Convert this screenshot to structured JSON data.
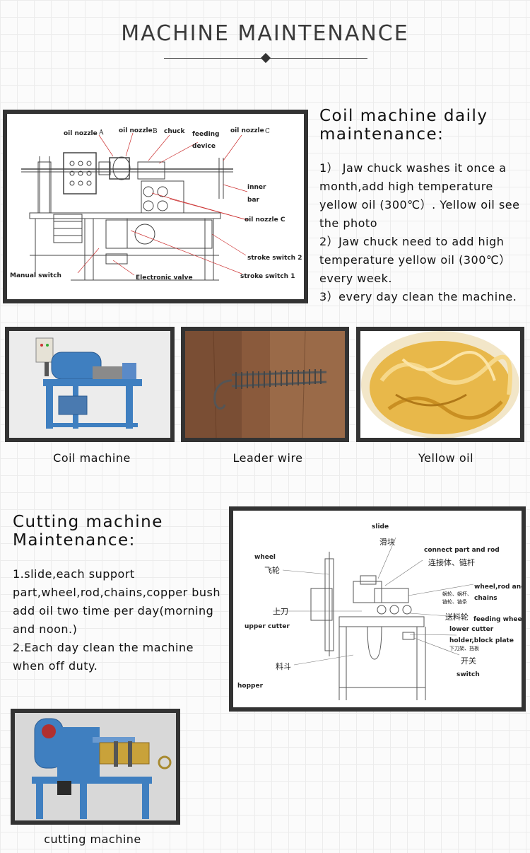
{
  "header": {
    "title": "MACHINE MAINTENANCE"
  },
  "coil_section": {
    "heading_line1": "Coil machine daily",
    "heading_line2": "maintenance:",
    "paragraph_lines": [
      "1） Jaw chuck washes it once a",
      "month,add high temperature",
      "yellow oil (300℃）. Yellow oil see",
      "the photo",
      "2）Jaw chuck need to add high",
      "temperature yellow oil (300℃）",
      "every week.",
      "3）every day clean the machine."
    ],
    "diagram_labels": {
      "oil_nozzle_a": "oil nozzle",
      "letter_a": "A",
      "oil_nozzle_b": "oil nozzle",
      "letter_b": "B",
      "chuck": "chuck",
      "feeding": "feeding",
      "device": "device",
      "oil_nozzle_c_top": "oil nozzle",
      "letter_c": "C",
      "inner": "inner",
      "bar": "bar",
      "oil_nozzle_c": "oil nozzle C",
      "stroke_switch_2": "stroke switch 2",
      "stroke_switch_1": "stroke switch 1",
      "manual_switch": "Manual switch",
      "electronic_valve": "Electronic valve"
    }
  },
  "photos": [
    {
      "caption": "Coil machine"
    },
    {
      "caption": "Leader wire"
    },
    {
      "caption": "Yellow oil"
    }
  ],
  "cutting_section": {
    "heading_line1": "Cutting machine",
    "heading_line2": "Maintenance:",
    "paragraph_lines": [
      "1.slide,each support",
      "part,wheel,rod,chains,copper bush",
      "add oil two time per day(morning",
      "and noon.)",
      "2.Each day clean the machine",
      "when off duty."
    ],
    "diagram_labels": {
      "slide": "slide",
      "slide_cn": "滑块",
      "connect": "connect part and rod",
      "connect_cn": "连接体、链杆",
      "wheel": "wheel",
      "wheel_cn": "飞轮",
      "wheel_rod": "wheel,rod and",
      "chains": "chains",
      "chains_cn1": "蜗轮、蜗杆、",
      "chains_cn2": "链轮、链条",
      "upper_cutter_cn": "上刀",
      "upper_cutter": "upper cutter",
      "feeding_cn": "送料轮",
      "feeding_wheel": "feeding wheel",
      "lower_cutter": "lower cutter",
      "holder": "holder,block plate",
      "holder_cn": "下刀架、挡板",
      "switch_cn": "开关",
      "switch": "switch",
      "hopper_cn": "料斗",
      "hopper": "hopper"
    },
    "photo_caption": "cutting machine"
  },
  "colors": {
    "machine_blue": "#3f7fc0",
    "oil_yellow": "#e8b84a",
    "frame": "#333333",
    "wood": "#8a5a3c"
  }
}
